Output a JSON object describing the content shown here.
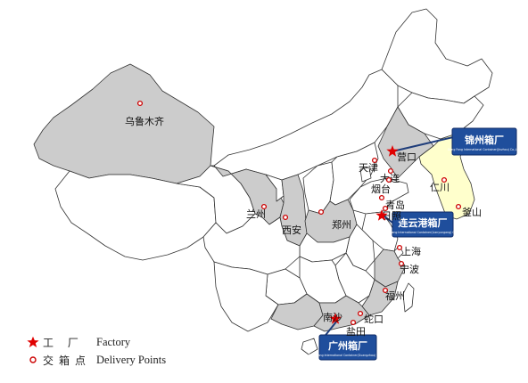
{
  "map": {
    "colors": {
      "highlight": "#cccccc",
      "korea": "#ffffcc",
      "factory": "#e00000",
      "point": "#cc0000",
      "callout": "#1f4e9c"
    },
    "cities": [
      {
        "id": "urumqi",
        "label": "乌鲁木齐",
        "kind": "point"
      },
      {
        "id": "lanzhou",
        "label": "兰州",
        "kind": "point"
      },
      {
        "id": "xian",
        "label": "西安",
        "kind": "point"
      },
      {
        "id": "zhengzhou",
        "label": "郑州",
        "kind": "point"
      },
      {
        "id": "tianjin",
        "label": "天津",
        "kind": "point"
      },
      {
        "id": "yingkou",
        "label": "营口",
        "kind": "factory"
      },
      {
        "id": "dalian",
        "label": "大连",
        "kind": "point"
      },
      {
        "id": "yantai",
        "label": "烟台",
        "kind": "point"
      },
      {
        "id": "qingdao",
        "label": "青岛",
        "kind": "point"
      },
      {
        "id": "rizhao",
        "label": "日照",
        "kind": "point"
      },
      {
        "id": "lianyungang",
        "label": "",
        "kind": "factory"
      },
      {
        "id": "shanghai",
        "label": "上海",
        "kind": "point"
      },
      {
        "id": "ningbo",
        "label": "宁波",
        "kind": "point"
      },
      {
        "id": "fuzhou",
        "label": "福州",
        "kind": "point"
      },
      {
        "id": "nansha",
        "label": "南沙",
        "kind": "factory"
      },
      {
        "id": "shekou",
        "label": "蛇口",
        "kind": "point"
      },
      {
        "id": "yantian",
        "label": "盐田",
        "kind": "point"
      },
      {
        "id": "incheon",
        "label": "仁川",
        "kind": "point"
      },
      {
        "id": "busan",
        "label": "釜山",
        "kind": "point"
      }
    ],
    "callouts": [
      {
        "id": "jinzhou",
        "title": "锦州箱厂",
        "subtitle": "Dong Fang International Container(Jinzhou) Co.,Ltd."
      },
      {
        "id": "lianyungang",
        "title": "连云港箱厂",
        "subtitle": "Dong Fang International Container(Lianyungang) Co.,Ltd."
      },
      {
        "id": "guangzhou",
        "title": "广州箱厂",
        "subtitle": "Dong Fang International Container(Guangzhou) Co.,Ltd."
      }
    ]
  },
  "legend": {
    "factory": {
      "cn": "工 厂",
      "en": "Factory"
    },
    "point": {
      "cn": "交箱点",
      "en": "Delivery Points"
    }
  }
}
